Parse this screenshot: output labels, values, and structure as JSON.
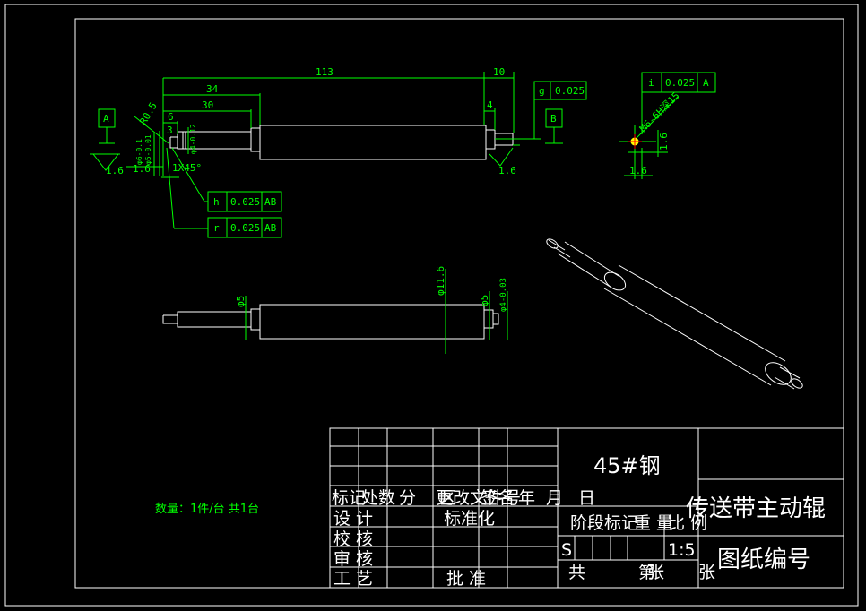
{
  "colors": {
    "background": "#000000",
    "geometry": "#ffffff",
    "annotation": "#00ff00",
    "center_mark": "#ff0000",
    "point_mark": "#ffff00"
  },
  "dimensions": {
    "d113": "113",
    "d10": "10",
    "d34": "34",
    "d30": "30",
    "d6": "6",
    "d4": "4",
    "r05": "R0.5",
    "d3": "3",
    "dia_l1": "φ6-0.1",
    "dia_l2": "φ5-0.01",
    "dia_l3": "φ4-0.12",
    "chamfer": "1X45°",
    "rough_l1": "1.6",
    "rough_l2": "1.6",
    "rough_r": "1.6",
    "dia5_a": "φ5",
    "dia116": "φ11.6",
    "dia5_b": "φ5",
    "dia4_b": "φ4-0.03",
    "thread": "M6-6H深15",
    "det_16v": "1.6",
    "det_16h": "1.6"
  },
  "datums": {
    "a": "A",
    "b": "B"
  },
  "tolerances": {
    "g": {
      "sym": "g",
      "val": "0.025"
    },
    "i": {
      "sym": "i",
      "val": "0.025",
      "ref": "A"
    },
    "h": {
      "sym": "h",
      "val": "0.025",
      "ref": "AB"
    },
    "r": {
      "sym": "r",
      "val": "0.025",
      "ref": "AB"
    }
  },
  "note": "数量：1件/台 共1台",
  "title_block": {
    "material": "45#钢",
    "part_name": "传送带主动辊",
    "drawing_no": "图纸编号",
    "rev_row": [
      "标记",
      "处数",
      "分",
      "区",
      "更改文件号",
      "签名",
      "年",
      "月",
      "日"
    ],
    "design": "设 计",
    "standardize": "标准化",
    "check": "校 核",
    "review": "审 核",
    "process": "工 艺",
    "approve": "批 准",
    "stage": "阶段标记",
    "weight": "重 量",
    "scale_label": "比 例",
    "stage_s": "S",
    "scale": "1:5",
    "total": "共",
    "sheets1": "张",
    "page": "第",
    "sheets2": "张"
  }
}
